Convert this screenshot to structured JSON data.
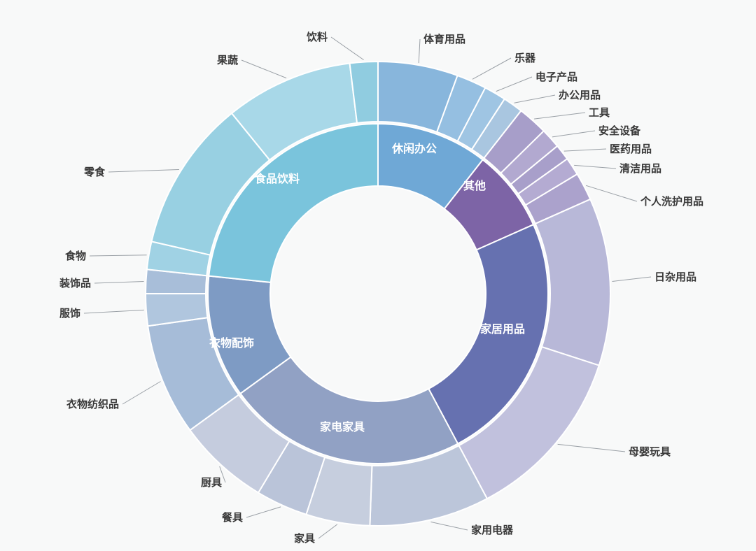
{
  "page": {
    "background_color": "#f8f9f9",
    "label_text_color": "#383838",
    "inner_label_text_color": "#ffffff",
    "leader_line_color": "#9aa0a6",
    "ring_gap_color": "#ffffff"
  },
  "chart_data": {
    "type": "sunburst",
    "title": "",
    "legend": "none",
    "center": [
      540,
      420
    ],
    "radii": {
      "inner_hole": 154,
      "inner_ring_outer": 243,
      "outer_ring_inner": 246,
      "outer_ring_outer": 332
    },
    "angle_convention": "degrees clockwise from 12 o'clock",
    "categories": [
      {
        "name": "休闲办公",
        "id": "leisure-office",
        "start_deg": 0,
        "end_deg": 38,
        "share_pct_est": 10.6,
        "color": "#6fa8d6",
        "label_at": [
          592,
          212
        ],
        "children": [
          {
            "name": "体育用品",
            "id": "sports-goods",
            "start_deg": 0,
            "end_deg": 20,
            "share_pct_est": 5.6,
            "color": "#88b6dc",
            "label_at": [
              600,
              56
            ],
            "label_side": "right"
          },
          {
            "name": "乐器",
            "id": "musical-instruments",
            "start_deg": 20,
            "end_deg": 27.5,
            "share_pct_est": 2.1,
            "color": "#95bfe1",
            "label_at": [
              730,
              83
            ],
            "label_side": "right"
          },
          {
            "name": "电子产品",
            "id": "electronics",
            "start_deg": 27.5,
            "end_deg": 33,
            "share_pct_est": 1.5,
            "color": "#9fc5e3",
            "label_at": [
              760,
              110
            ],
            "label_side": "right"
          },
          {
            "name": "办公用品",
            "id": "office-supplies",
            "start_deg": 33,
            "end_deg": 38,
            "share_pct_est": 1.4,
            "color": "#a9c6e0",
            "label_at": [
              793,
              136
            ],
            "label_side": "right"
          }
        ]
      },
      {
        "name": "其他",
        "id": "other",
        "start_deg": 38,
        "end_deg": 66,
        "share_pct_est": 7.8,
        "color": "#7d64a6",
        "label_at": [
          678,
          265
        ],
        "children": [
          {
            "name": "工具",
            "id": "tools",
            "start_deg": 38,
            "end_deg": 45.5,
            "share_pct_est": 2.1,
            "color": "#a79ec9",
            "label_at": [
              836,
              161
            ],
            "label_side": "right"
          },
          {
            "name": "安全设备",
            "id": "safety-equipment",
            "start_deg": 45.5,
            "end_deg": 50.5,
            "share_pct_est": 1.4,
            "color": "#b2a9d0",
            "label_at": [
              850,
              187
            ],
            "label_side": "right"
          },
          {
            "name": "医药用品",
            "id": "medical-supplies",
            "start_deg": 50.5,
            "end_deg": 54.5,
            "share_pct_est": 1.1,
            "color": "#a89fca",
            "label_at": [
              866,
              213
            ],
            "label_side": "right"
          },
          {
            "name": "清洁用品",
            "id": "cleaning-supplies",
            "start_deg": 54.5,
            "end_deg": 59,
            "share_pct_est": 1.3,
            "color": "#b4abd2",
            "label_at": [
              880,
              241
            ],
            "label_side": "right"
          },
          {
            "name": "个人洗护用品",
            "id": "personal-care",
            "start_deg": 59,
            "end_deg": 66,
            "share_pct_est": 1.9,
            "color": "#aba2cc",
            "label_at": [
              910,
              288
            ],
            "label_side": "right"
          }
        ]
      },
      {
        "name": "家居用品",
        "id": "household-goods",
        "start_deg": 66,
        "end_deg": 152,
        "share_pct_est": 23.9,
        "color": "#6671b0",
        "label_at": [
          718,
          470
        ],
        "children": [
          {
            "name": "日杂用品",
            "id": "daily-sundries",
            "start_deg": 66,
            "end_deg": 108,
            "share_pct_est": 11.7,
            "color": "#b8b8d8",
            "label_at": [
              930,
              396
            ],
            "label_side": "right"
          },
          {
            "name": "母婴玩具",
            "id": "mother-baby-toys",
            "start_deg": 108,
            "end_deg": 152,
            "share_pct_est": 12.2,
            "color": "#c1c1dd",
            "label_at": [
              893,
              646
            ],
            "label_side": "right"
          }
        ]
      },
      {
        "name": "家电家具",
        "id": "appliances-furniture",
        "start_deg": 152,
        "end_deg": 234,
        "share_pct_est": 22.8,
        "color": "#91a1c4",
        "label_at": [
          489,
          610
        ],
        "children": [
          {
            "name": "家用电器",
            "id": "home-appliances",
            "start_deg": 152,
            "end_deg": 182,
            "share_pct_est": 8.3,
            "color": "#bcc6da",
            "label_at": [
              668,
              758
            ],
            "label_side": "right"
          },
          {
            "name": "家具",
            "id": "furniture",
            "start_deg": 182,
            "end_deg": 198,
            "share_pct_est": 4.4,
            "color": "#c6cede",
            "label_at": [
              455,
              770
            ],
            "label_side": "left"
          },
          {
            "name": "餐具",
            "id": "tableware",
            "start_deg": 198,
            "end_deg": 211,
            "share_pct_est": 3.6,
            "color": "#bac4d9",
            "label_at": [
              352,
              740
            ],
            "label_side": "left"
          },
          {
            "name": "厨具",
            "id": "kitchenware",
            "start_deg": 211,
            "end_deg": 234,
            "share_pct_est": 6.4,
            "color": "#c5ccde",
            "label_at": [
              322,
              690
            ],
            "label_side": "left"
          }
        ]
      },
      {
        "name": "衣物配饰",
        "id": "clothing-accessories",
        "start_deg": 234,
        "end_deg": 276,
        "share_pct_est": 11.7,
        "color": "#7e9bc4",
        "label_at": [
          331,
          490
        ],
        "children": [
          {
            "name": "衣物纺织品",
            "id": "clothing-textiles",
            "start_deg": 234,
            "end_deg": 262,
            "share_pct_est": 7.8,
            "color": "#a6bcd8",
            "label_at": [
              175,
              578
            ],
            "label_side": "left"
          },
          {
            "name": "服饰",
            "id": "apparel",
            "start_deg": 262,
            "end_deg": 270,
            "share_pct_est": 2.2,
            "color": "#b0c6de",
            "label_at": [
              120,
              448
            ],
            "label_side": "left"
          },
          {
            "name": "装饰品",
            "id": "decorations",
            "start_deg": 270,
            "end_deg": 276,
            "share_pct_est": 1.7,
            "color": "#a8bed9",
            "label_at": [
              135,
              405
            ],
            "label_side": "left"
          }
        ]
      },
      {
        "name": "食品饮料",
        "id": "food-beverage",
        "start_deg": 276,
        "end_deg": 360,
        "share_pct_est": 23.3,
        "color": "#7ac4dc",
        "label_at": [
          396,
          255
        ],
        "children": [
          {
            "name": "食物",
            "id": "food",
            "start_deg": 276,
            "end_deg": 283,
            "share_pct_est": 1.9,
            "color": "#a0d2e4",
            "label_at": [
              128,
              366
            ],
            "label_side": "left"
          },
          {
            "name": "零食",
            "id": "snacks",
            "start_deg": 283,
            "end_deg": 321,
            "share_pct_est": 10.6,
            "color": "#98d0e2",
            "label_at": [
              155,
              246
            ],
            "label_side": "left"
          },
          {
            "name": "果蔬",
            "id": "fruits-vegetables",
            "start_deg": 321,
            "end_deg": 353,
            "share_pct_est": 8.9,
            "color": "#a8d8e8",
            "label_at": [
              345,
              86
            ],
            "label_side": "left"
          },
          {
            "name": "饮料",
            "id": "beverages",
            "start_deg": 353,
            "end_deg": 360,
            "share_pct_est": 1.9,
            "color": "#90cce0",
            "label_at": [
              473,
              53
            ],
            "label_side": "left"
          }
        ]
      }
    ]
  }
}
